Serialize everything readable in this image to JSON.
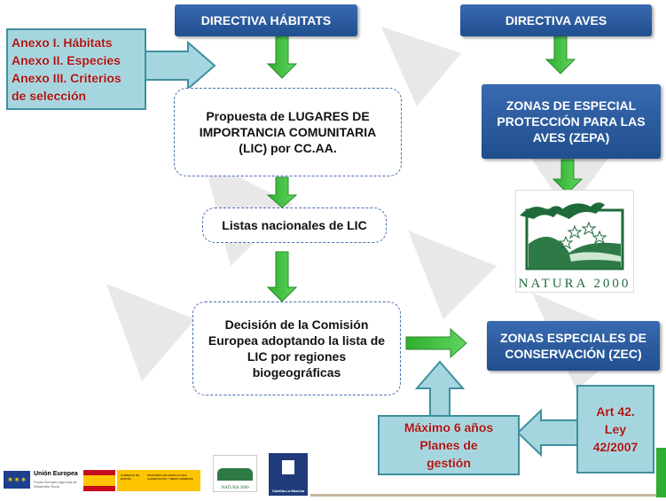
{
  "boxes": {
    "directiva_habitats": "DIRECTIVA HÁBITATS",
    "directiva_aves": "DIRECTIVA AVES",
    "propuesta_lic": "Propuesta de LUGARES DE IMPORTANCIA COMUNITARIA (LIC) por CC.AA.",
    "listas_lic": "Listas nacionales de LIC",
    "decision_comision": "Decisión de la Comisión Europea adoptando la lista de LIC por regiones biogeográficas",
    "zepa": "ZONAS DE ESPECIAL PROTECCIÓN PARA LAS AVES (ZEPA)",
    "zec": "ZONAS ESPECIALES DE CONSERVACIÓN (ZEC)"
  },
  "anexos": [
    "Anexo I. Hábitats",
    "Anexo II. Especies",
    "Anexo III. Criterios",
    "de selección"
  ],
  "plazo": [
    "Máximo 6 años",
    "Planes de",
    "gestión"
  ],
  "ley": [
    "Art 42.",
    "Ley",
    "42/2007"
  ],
  "natura_logo_text": "NATURA 2000",
  "footer": {
    "ue_title": "Unión Europea",
    "ue_sub": "Fondo Europeo Agrícola de Desarrollo Rural",
    "gobierno": "GOBIERNO DE ESPAÑA",
    "ministerio": "MINISTERIO DE AGRICULTURA, ALIMENTACIÓN Y MEDIO AMBIENTE",
    "natura_small": "NATURA 2000",
    "clm": "Castilla-La Mancha"
  },
  "colors": {
    "arrow_green": "#3fbf3f",
    "navy": "#24548f",
    "cyan": "#a5d6df",
    "red_text": "#a81414"
  }
}
